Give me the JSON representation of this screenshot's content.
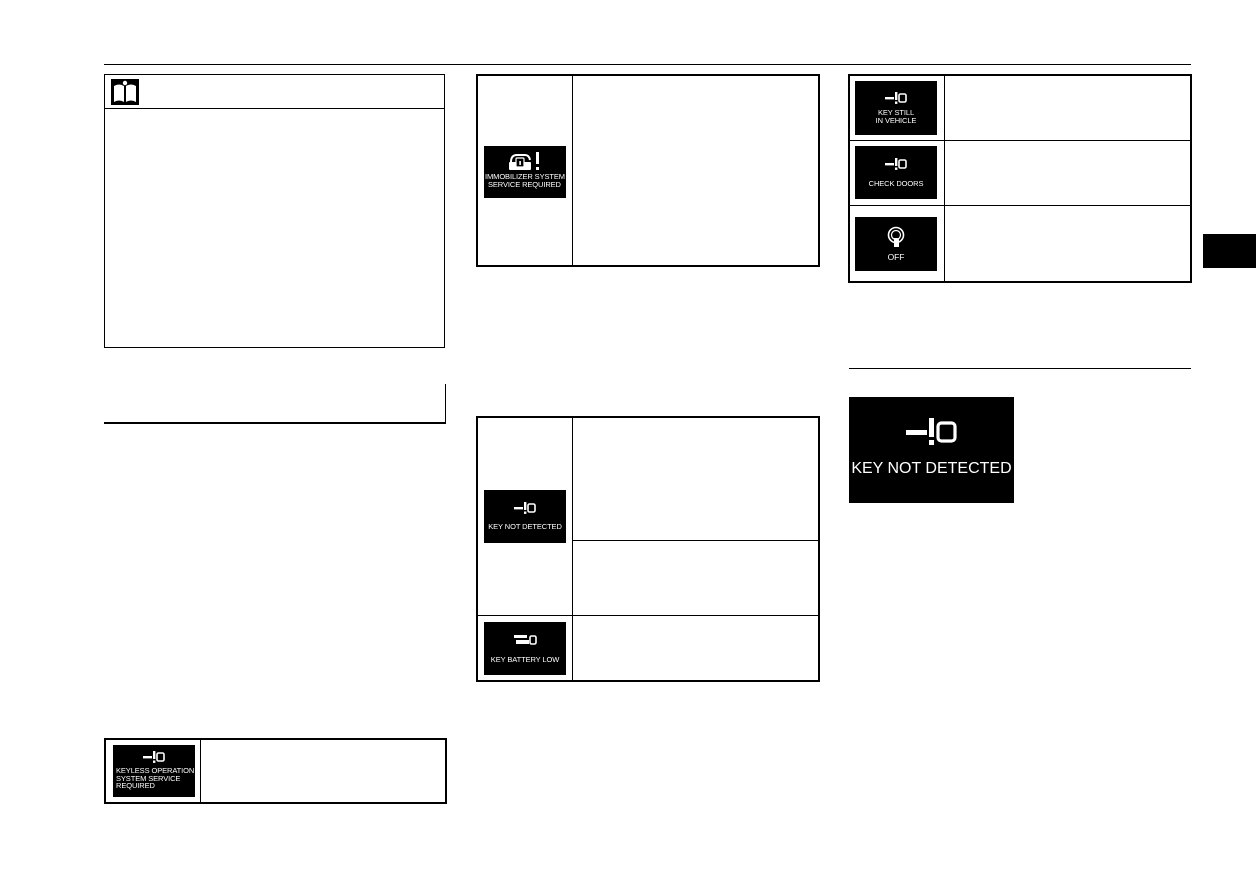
{
  "note": {
    "icon": "open-book-icon"
  },
  "messages": {
    "keyless_service": "KEYLESS OPERATION\nSYSTEM SERVICE\nREQUIRED",
    "immobilizer_line1": "IMMOBILIZER SYSTEM",
    "immobilizer_line2": "SERVICE REQUIRED",
    "key_not_detected": "KEY NOT DETECTED",
    "key_battery_low": "KEY BATTERY LOW",
    "key_still_line1": "KEY STILL",
    "key_still_line2": "IN VEHICLE",
    "check_doors": "CHECK DOORS",
    "off": "OFF",
    "key_not_detected_large": "KEY NOT DETECTED"
  },
  "icons": {
    "key": "key-icon",
    "lock_warning": "lock-warning-icon",
    "battery_key": "key-battery-icon",
    "power_button": "power-button-icon"
  },
  "colors": {
    "tile_bg": "#000000",
    "tile_text": "#ffffff"
  }
}
